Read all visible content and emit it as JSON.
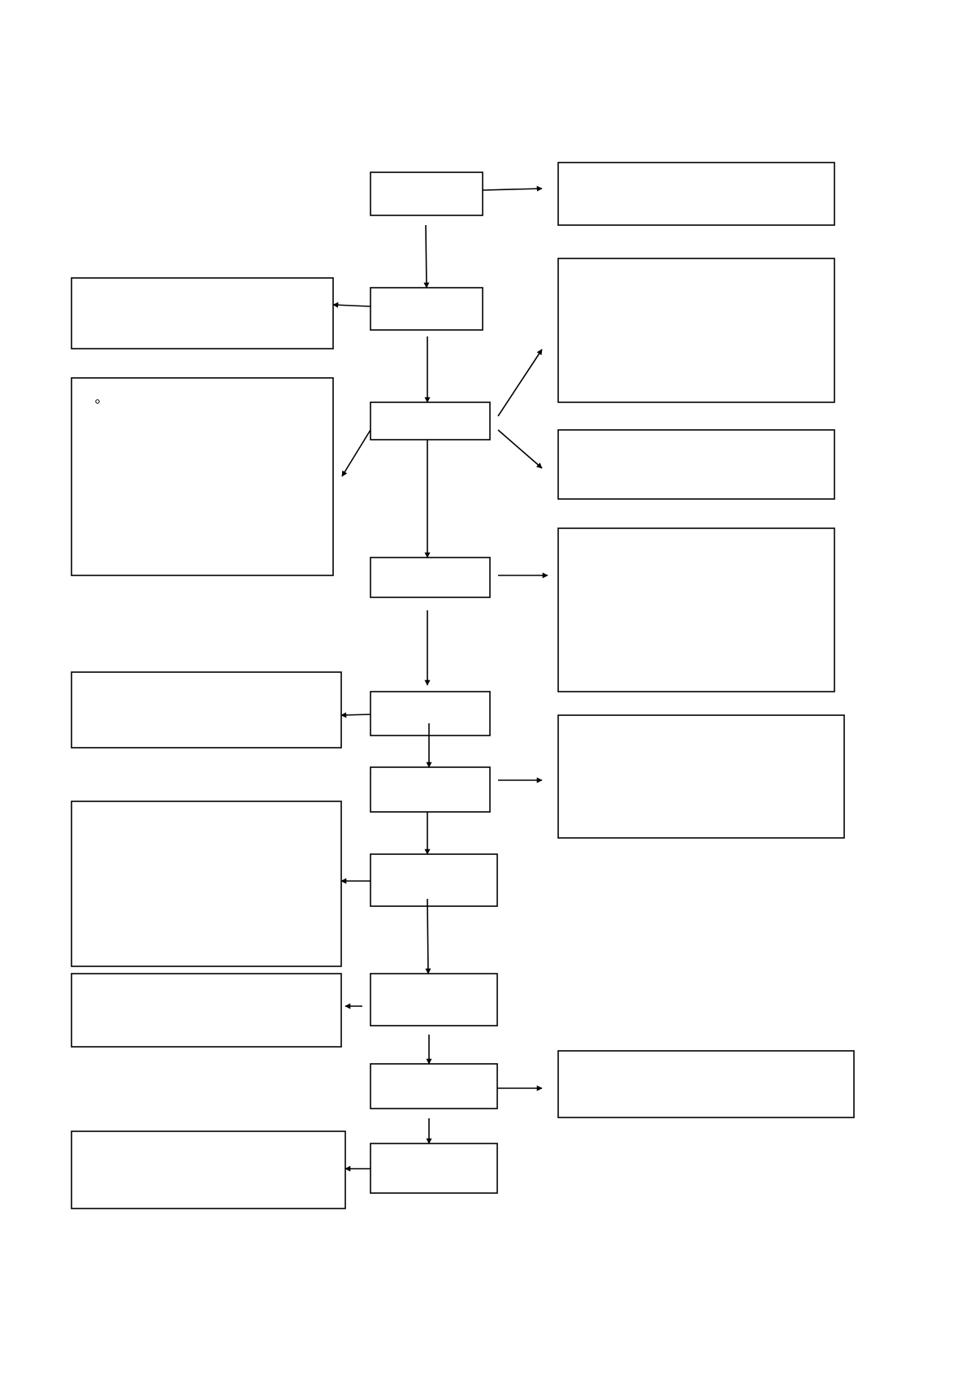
{
  "diagram": {
    "type": "flowchart",
    "stroke_color": "#000000",
    "background_color": "#ffffff",
    "boxes": [
      {
        "id": "center-1",
        "column": "center",
        "text": ""
      },
      {
        "id": "center-2",
        "column": "center",
        "text": ""
      },
      {
        "id": "center-3",
        "column": "center",
        "text": ""
      },
      {
        "id": "center-4",
        "column": "center",
        "text": ""
      },
      {
        "id": "center-5",
        "column": "center",
        "text": ""
      },
      {
        "id": "center-6",
        "column": "center",
        "text": ""
      },
      {
        "id": "center-7",
        "column": "center",
        "text": ""
      },
      {
        "id": "center-8",
        "column": "center",
        "text": ""
      },
      {
        "id": "center-9",
        "column": "center",
        "text": ""
      },
      {
        "id": "center-10",
        "column": "center",
        "text": ""
      },
      {
        "id": "right-1",
        "column": "right",
        "text": ""
      },
      {
        "id": "right-2",
        "column": "right",
        "text": ""
      },
      {
        "id": "right-3",
        "column": "right",
        "text": ""
      },
      {
        "id": "right-4",
        "column": "right",
        "text": ""
      },
      {
        "id": "right-5",
        "column": "right",
        "text": ""
      },
      {
        "id": "right-6",
        "column": "right",
        "text": ""
      },
      {
        "id": "left-1",
        "column": "left",
        "text": ""
      },
      {
        "id": "left-2",
        "column": "left",
        "text": ""
      },
      {
        "id": "left-3",
        "column": "left",
        "text": ""
      },
      {
        "id": "left-4",
        "column": "left",
        "text": ""
      },
      {
        "id": "left-5",
        "column": "left",
        "text": ""
      },
      {
        "id": "left-6",
        "column": "left",
        "text": ""
      }
    ],
    "connections": [
      {
        "from": "center-1",
        "to": "right-1"
      },
      {
        "from": "center-1",
        "to": "center-2"
      },
      {
        "from": "center-2",
        "to": "left-1"
      },
      {
        "from": "center-2",
        "to": "center-3"
      },
      {
        "from": "center-3",
        "to": "right-2"
      },
      {
        "from": "center-3",
        "to": "right-3"
      },
      {
        "from": "center-3",
        "to": "left-2"
      },
      {
        "from": "center-3",
        "to": "center-4"
      },
      {
        "from": "center-4",
        "to": "right-4"
      },
      {
        "from": "center-4",
        "to": "center-5"
      },
      {
        "from": "center-5",
        "to": "left-3"
      },
      {
        "from": "center-5",
        "to": "center-6"
      },
      {
        "from": "center-6",
        "to": "right-5"
      },
      {
        "from": "center-6",
        "to": "center-7"
      },
      {
        "from": "center-7",
        "to": "left-4"
      },
      {
        "from": "center-7",
        "to": "center-8"
      },
      {
        "from": "center-8",
        "to": "left-5"
      },
      {
        "from": "center-8",
        "to": "center-9"
      },
      {
        "from": "center-9",
        "to": "right-6"
      },
      {
        "from": "center-9",
        "to": "center-10"
      },
      {
        "from": "center-10",
        "to": "left-6"
      }
    ]
  }
}
